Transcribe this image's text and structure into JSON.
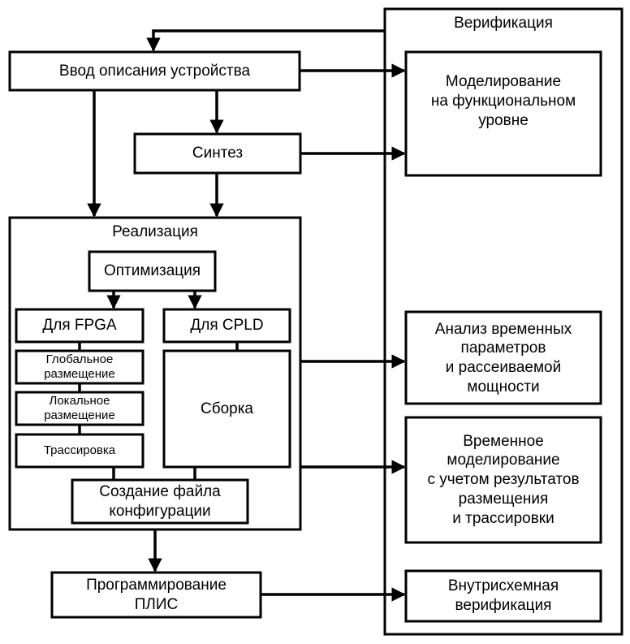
{
  "verification": {
    "title": "Верификация",
    "functional_sim": "Моделирование\nна функциональном\nуровне",
    "timing_analysis": "Анализ временных\nпараметров\nи рассеиваемой\nмощности",
    "timing_sim": "Временное\nмоделирование\nс учетом результатов\nразмещения\nи трассировки",
    "in_circuit": "Внутрисхемная\nверификация"
  },
  "flow": {
    "design_entry": "Ввод описания устройства",
    "synthesis": "Синтез",
    "programming": "Программирование\nПЛИС"
  },
  "implementation": {
    "title": "Реализация",
    "optimization": "Оптимизация",
    "fpga": "Для FPGA",
    "cpld": "Для CPLD",
    "global_placement": "Глобальное\nразмещение",
    "local_placement": "Локальное\nразмещение",
    "routing": "Трассировка",
    "fitting": "Сборка",
    "config_file": "Создание файла\nконфигурации"
  }
}
